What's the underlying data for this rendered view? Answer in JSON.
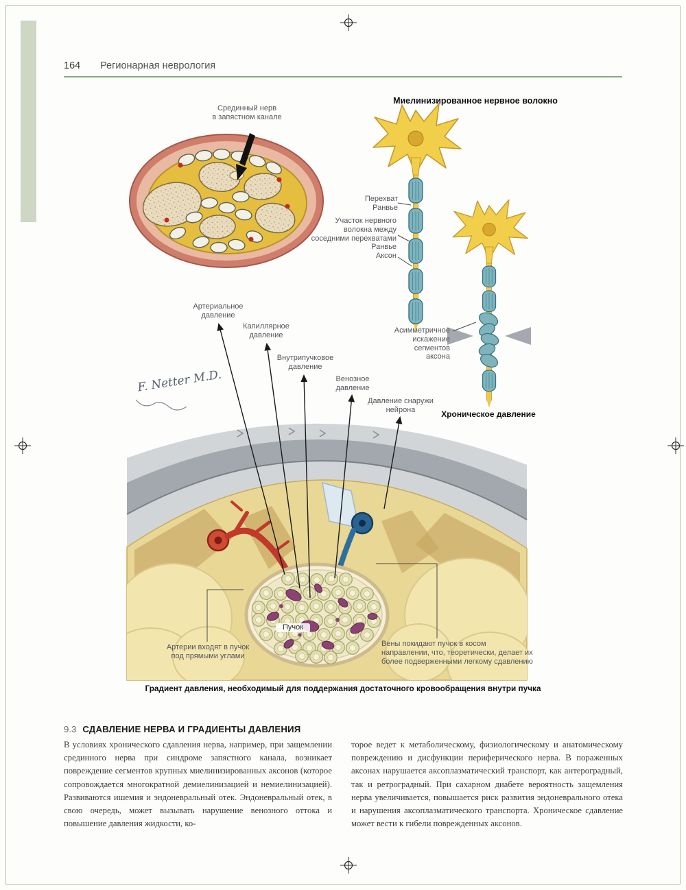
{
  "page": {
    "number": "164",
    "header": "Регионарная неврология"
  },
  "figure": {
    "title": "Миелинизированное нервное волокно",
    "signature": "F. Netter M.D.",
    "labels": {
      "median_nerve": "Срединный нерв\nв запястном канале",
      "ranvier_node": "Перехват\nРанвье",
      "internode": "Участок нервного\nволокна между\nсоседними перехватами\nРанвье",
      "axon": "Аксон",
      "asymmetric": "Асимметричное\nискажение\nсегментов\nаксона",
      "chronic_pressure": "Хроническое давление",
      "arterial": "Артериальное\nдавление",
      "capillary": "Капиллярное\nдавление",
      "intrafascicular": "Внутрипучковое\nдавление",
      "venous": "Венозное\nдавление",
      "outside": "Давление снаружи\nнейрона",
      "fascicle": "Пучок",
      "arteries_note": "Артерии входят в пучок\nпод прямыми углами",
      "veins_note": "Вены покидают пучок в косом\nнаправлении, что, теоретически, делает их\nболее подверженными легкому сдавлению"
    },
    "caption": "Градиент давления, необходимый для поддержания достаточного кровообращения внутри пучка"
  },
  "section": {
    "number": "9.3",
    "title": "СДАВЛЕНИЕ НЕРВА И ГРАДИЕНТЫ ДАВЛЕНИЯ",
    "paragraph_left": "В условиях хронического сдавления нерва, например, при защемлении срединного нерва при синдроме запястного канала, возникает повреждение сегментов крупных миелинизированных аксонов (которое сопровождается многократной демиелинизацией и немиелинизацией). Развиваются ишемия и эндоневральный отек. Эндоневральный отек, в свою очередь, может вызывать нарушение венозного оттока и повышение давления жидкости, ко-",
    "paragraph_right": "торое ведет к метаболическому, физиологическому и анатомическому повреждению и дисфункции периферического нерва. В пораженных аксонах нарушается аксоплазматический транспорт, как антероградный, так и ретроградный. При сахарном диабете вероятность защемления нерва увеличивается, повышается риск развития эндоневрального отека и нарушения аксоплазматического транспорта. Хроническое сдавление может вести к гибели поврежденных аксонов."
  },
  "colors": {
    "accent_green": "#87ab7c",
    "artery_red": "#c0392b",
    "vein_blue": "#2a6392",
    "myelin_blue": "#7fb3bd",
    "neuron_yellow": "#f2cf4a"
  }
}
